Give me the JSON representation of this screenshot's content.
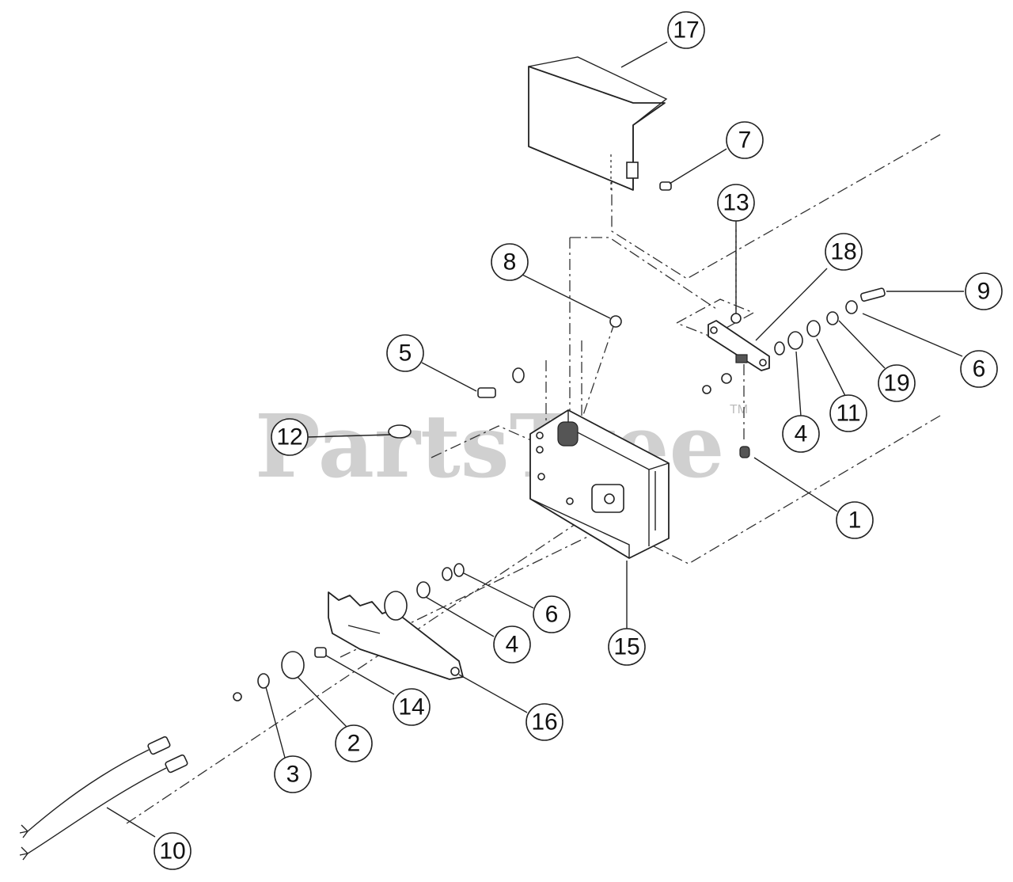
{
  "watermark": {
    "text": "PartsTree",
    "trademark": "TM"
  },
  "callouts": [
    {
      "num": "17"
    },
    {
      "num": "7"
    },
    {
      "num": "13"
    },
    {
      "num": "18"
    },
    {
      "num": "8"
    },
    {
      "num": "9"
    },
    {
      "num": "5"
    },
    {
      "num": "6"
    },
    {
      "num": "19"
    },
    {
      "num": "4"
    },
    {
      "num": "11"
    },
    {
      "num": "12"
    },
    {
      "num": "1"
    },
    {
      "num": "6"
    },
    {
      "num": "4"
    },
    {
      "num": "15"
    },
    {
      "num": "14"
    },
    {
      "num": "16"
    },
    {
      "num": "2"
    },
    {
      "num": "3"
    },
    {
      "num": "10"
    }
  ]
}
